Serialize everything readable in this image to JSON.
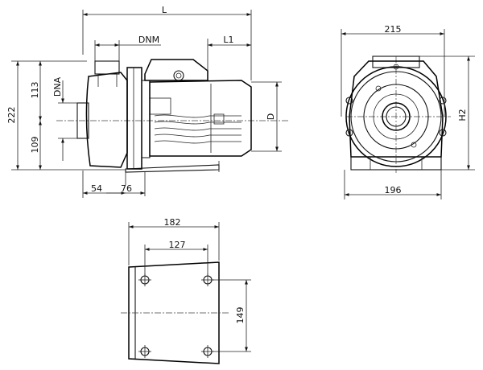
{
  "dimensions": {
    "side_view": {
      "overall_length": "L",
      "outlet_flange": "DNM",
      "motor_offset": "L1",
      "inlet_flange": "DNA",
      "height_total": "222",
      "height_upper": "113",
      "height_lower": "109",
      "motor_diameter": "D",
      "base_left": "54",
      "base_right": "76"
    },
    "front_view": {
      "width_top": "215",
      "width_bottom": "196",
      "height": "H2"
    },
    "base_plate": {
      "width": "182",
      "hole_spacing_x": "127",
      "hole_spacing_y": "149"
    }
  }
}
